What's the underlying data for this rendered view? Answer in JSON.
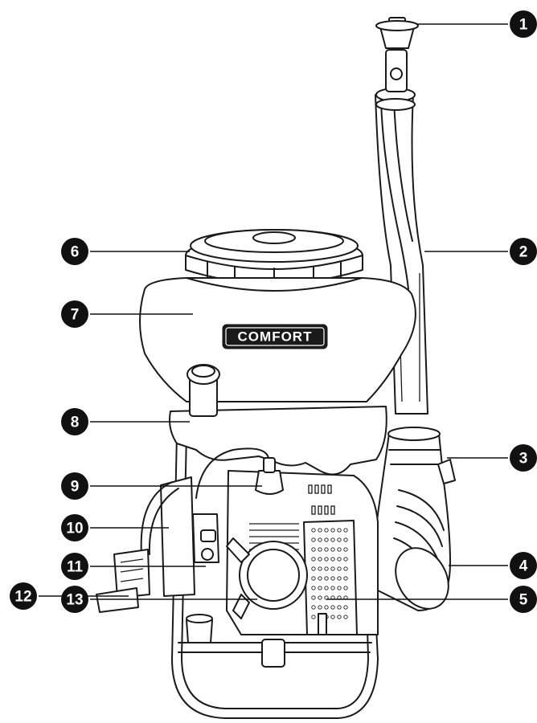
{
  "brand": {
    "logo_text": "COMFORT"
  },
  "callouts": [
    {
      "id": "1",
      "label": "1"
    },
    {
      "id": "2",
      "label": "2"
    },
    {
      "id": "3",
      "label": "3"
    },
    {
      "id": "4",
      "label": "4"
    },
    {
      "id": "5",
      "label": "5"
    },
    {
      "id": "6",
      "label": "6"
    },
    {
      "id": "7",
      "label": "7"
    },
    {
      "id": "8",
      "label": "8"
    },
    {
      "id": "9",
      "label": "9"
    },
    {
      "id": "10",
      "label": "10"
    },
    {
      "id": "11",
      "label": "11"
    },
    {
      "id": "12",
      "label": "12"
    },
    {
      "id": "13",
      "label": "13"
    }
  ],
  "colors": {
    "line": "#1a1a1a",
    "callout_fill": "#111111",
    "background": "#ffffff"
  }
}
